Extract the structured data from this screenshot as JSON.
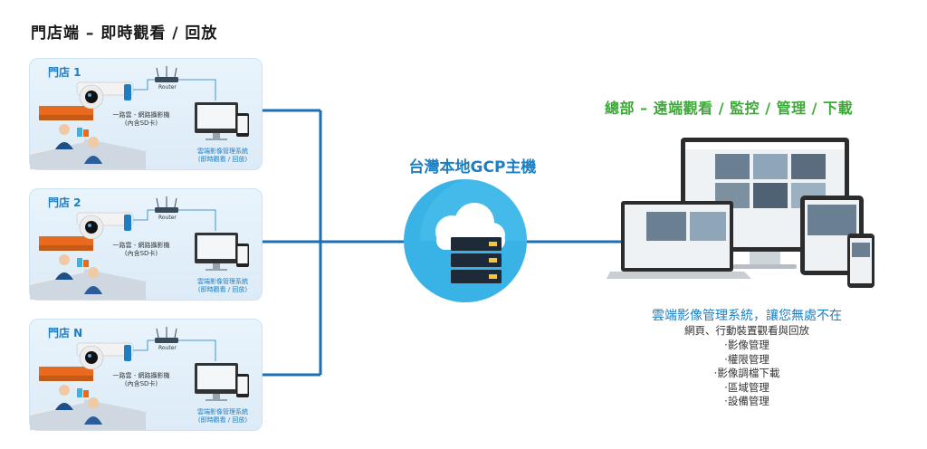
{
  "title": "門店端 – 即時觀看 / 回放",
  "stores": [
    {
      "name": "門店 1",
      "router": "Router",
      "camera": [
        "一路雲 - 網路攝影機",
        "(內含SD卡)"
      ],
      "system": [
        "雲端影像管理系統",
        "(即時觀看 / 回放)"
      ]
    },
    {
      "name": "門店 2",
      "router": "Router",
      "camera": [
        "一路雲 - 網路攝影機",
        "(內含SD卡)"
      ],
      "system": [
        "雲端影像管理系統",
        "(即時觀看 / 回放)"
      ]
    },
    {
      "name": "門店 N",
      "router": "Router",
      "camera": [
        "一路雲 - 網路攝影機",
        "(內含SD卡)"
      ],
      "system": [
        "雲端影像管理系統",
        "(即時觀看 / 回放)"
      ]
    }
  ],
  "cloud": {
    "title": "台灣本地GCP主機"
  },
  "hq": {
    "title": "總部 – 遠端觀看 / 監控 / 管理 / 下載"
  },
  "system": {
    "title": "雲端影像管理系統，讓您無處不在",
    "subtitle": "網頁、行動裝置觀看與回放",
    "features": [
      "‧影像管理",
      "‧權限管理",
      "‧影像調檔下載",
      "‧區域管理",
      "‧設備管理"
    ]
  },
  "colors": {
    "accent_blue": "#1d7ec2",
    "line_blue": "#1a6fb5",
    "hq_green": "#3aa935",
    "cloud_blue": "#39b2e6",
    "camera_orange": "#e86a1f"
  },
  "icons": [
    "router-icon",
    "camera-icon",
    "monitor-icon",
    "phone-icon",
    "cloud-icon",
    "server-icon",
    "laptop-icon",
    "tablet-icon"
  ]
}
